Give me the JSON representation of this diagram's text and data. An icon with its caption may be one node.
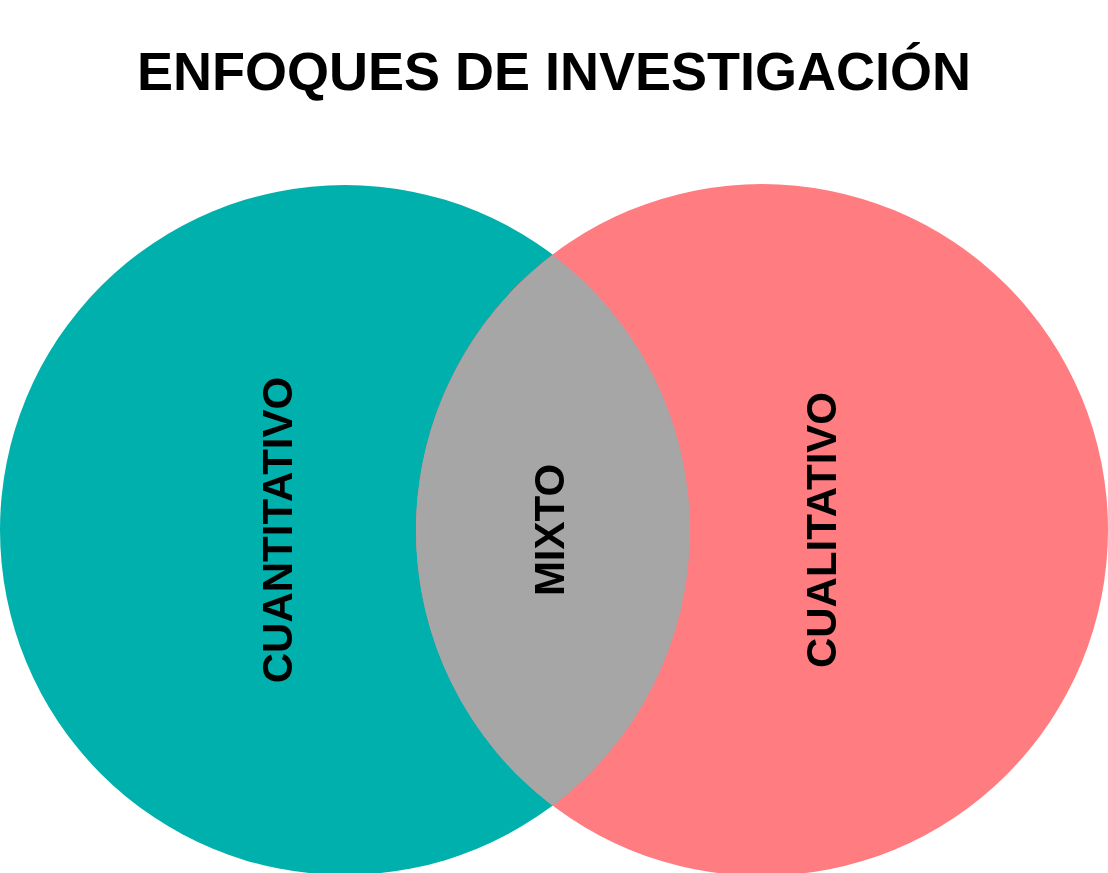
{
  "diagram": {
    "title": "ENFOQUES DE INVESTIGACIÓN",
    "nodes": [
      {
        "text": [
          "CUANTITATIVO"
        ]
      },
      {
        "text": [
          "CUALITATIVO"
        ]
      },
      {
        "text": [
          "MIXTO"
        ]
      }
    ]
  }
}
